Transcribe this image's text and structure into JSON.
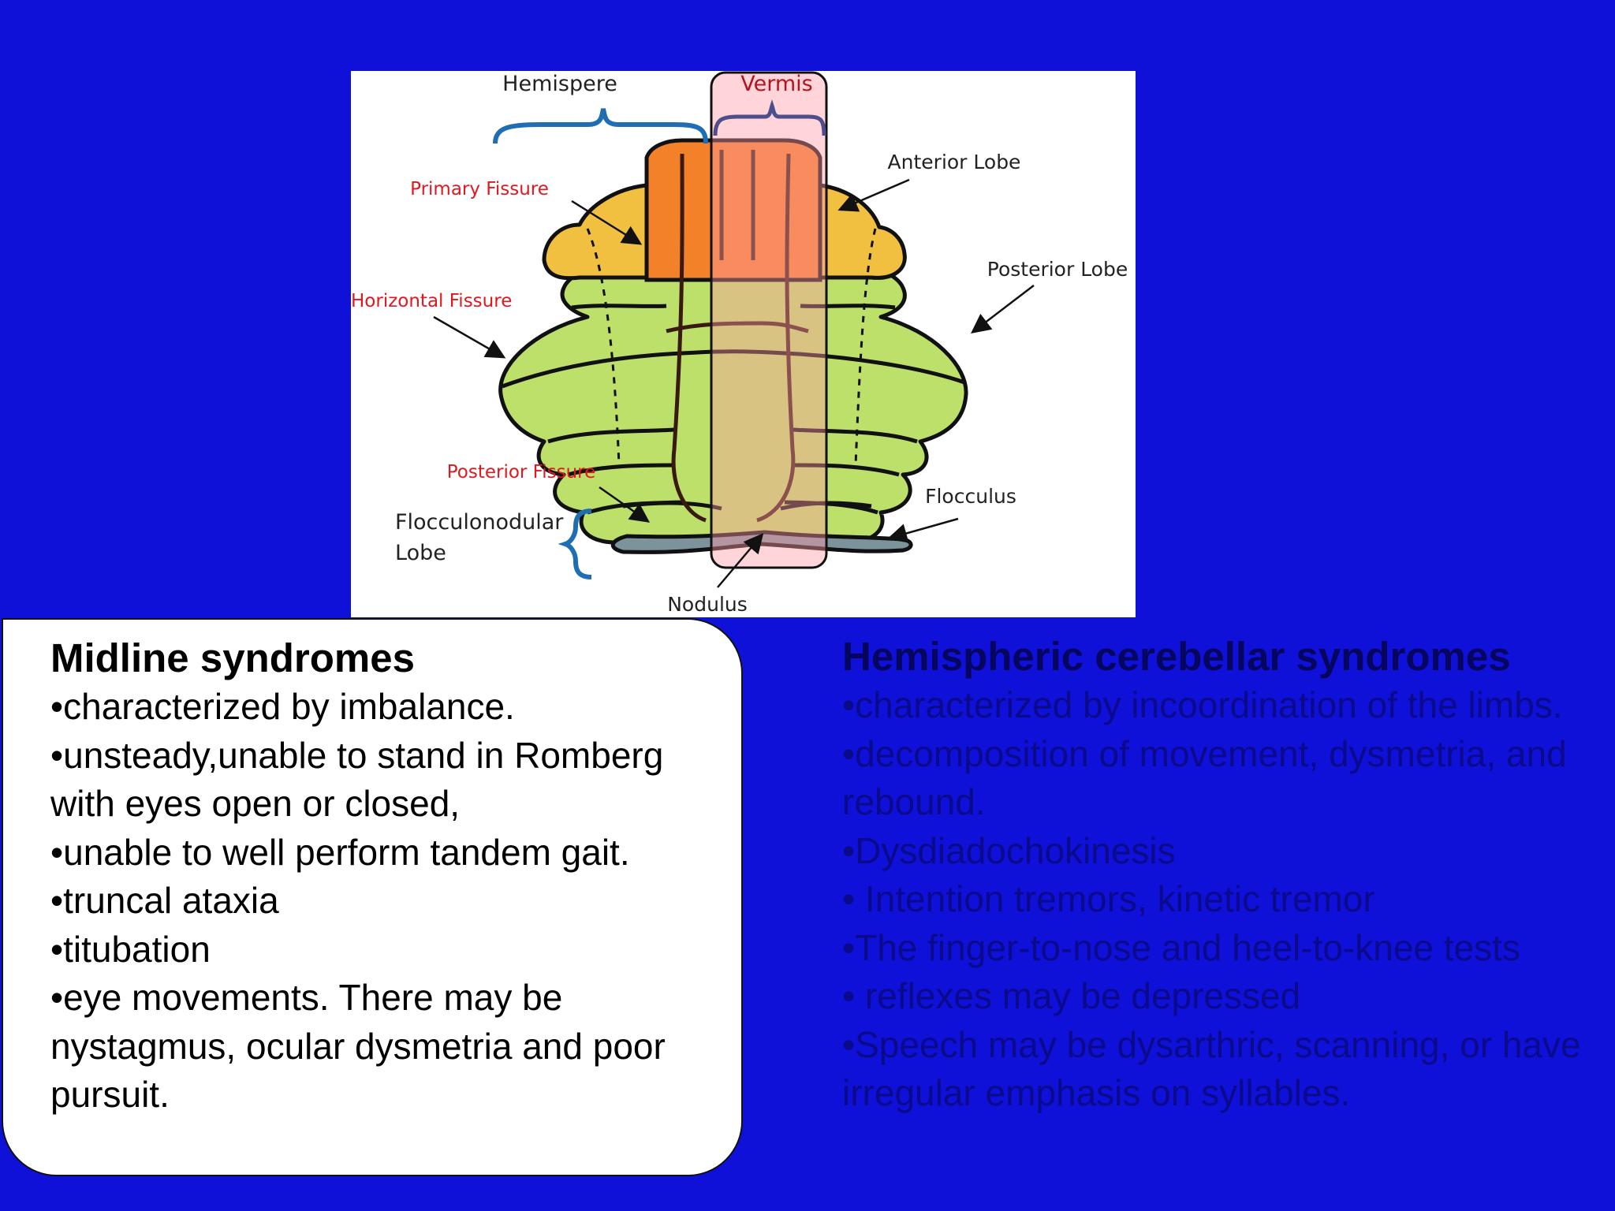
{
  "diagram": {
    "labels": {
      "hemisphere": "Hemispere",
      "vermis": "Vermis",
      "anterior_lobe": "Anterior Lobe",
      "primary_fissure": "Primary Fissure",
      "posterior_lobe": "Posterior Lobe",
      "horizontal_fissure": "Horizontal Fissure",
      "posterior_fissure": "Posterior Fissure",
      "flocculus": "Flocculus",
      "flocculonodular_line1": "Flocculonodular",
      "flocculonodular_line2": "Lobe",
      "nodulus": "Nodulus"
    },
    "colors": {
      "anterior": "#f2c040",
      "vermis_anterior": "#f3812a",
      "posterior": "#bde06a",
      "vermis_overlay": "#ff9aa8",
      "flocculus": "#7d939b",
      "brace_blue": "#1f6db3",
      "brace_purple": "#4c4f8c",
      "label_red": "#e0181f"
    }
  },
  "midline": {
    "title": "Midline syndromes",
    "items": [
      "•characterized by imbalance.",
      "•unsteady,unable to stand in Romberg with eyes open or closed,",
      "•unable to well perform tandem gait.",
      "•truncal ataxia",
      "•titubation",
      "•eye movements. There may be nystagmus, ocular dysmetria and poor pursuit."
    ]
  },
  "hemispheric": {
    "title": "Hemispheric cerebellar syndromes",
    "items": [
      "•characterized by incoordination of the limbs.",
      "•decomposition of movement, dysmetria, and rebound.",
      "•Dysdiadochokinesis",
      "• Intention tremors, kinetic tremor",
      "•The finger-to-nose and heel-to-knee tests",
      "• reflexes may be depressed",
      "•Speech may be dysarthric, scanning, or have irregular emphasis on syllables."
    ]
  },
  "theme": {
    "slide_background": "#0f10d8",
    "box_background": "#ffffff",
    "hemispheric_text": "#0a0a8a"
  }
}
